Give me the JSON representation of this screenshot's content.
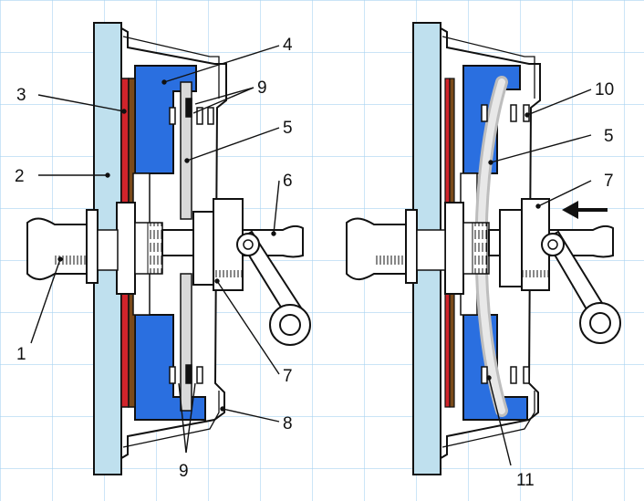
{
  "labels": {
    "l1": "1",
    "l2": "2",
    "l3": "3",
    "l4": "4",
    "l5": "5",
    "l6": "6",
    "l7": "7",
    "l8": "8",
    "l9a": "9",
    "l9b": "9",
    "r10": "10",
    "r5": "5",
    "r7": "7",
    "r11": "11"
  },
  "colors": {
    "grid": "#a9d3f1",
    "housing": "#bfe0ee",
    "pressure_plate": "#2a6fe0",
    "friction_lining": "#d1242b",
    "disc_core": "#7a4a1a",
    "spring": "#d9d9d9",
    "metal": "#ffffff",
    "line": "#111111"
  },
  "icons": {
    "arrow": "left-arrow-icon"
  }
}
